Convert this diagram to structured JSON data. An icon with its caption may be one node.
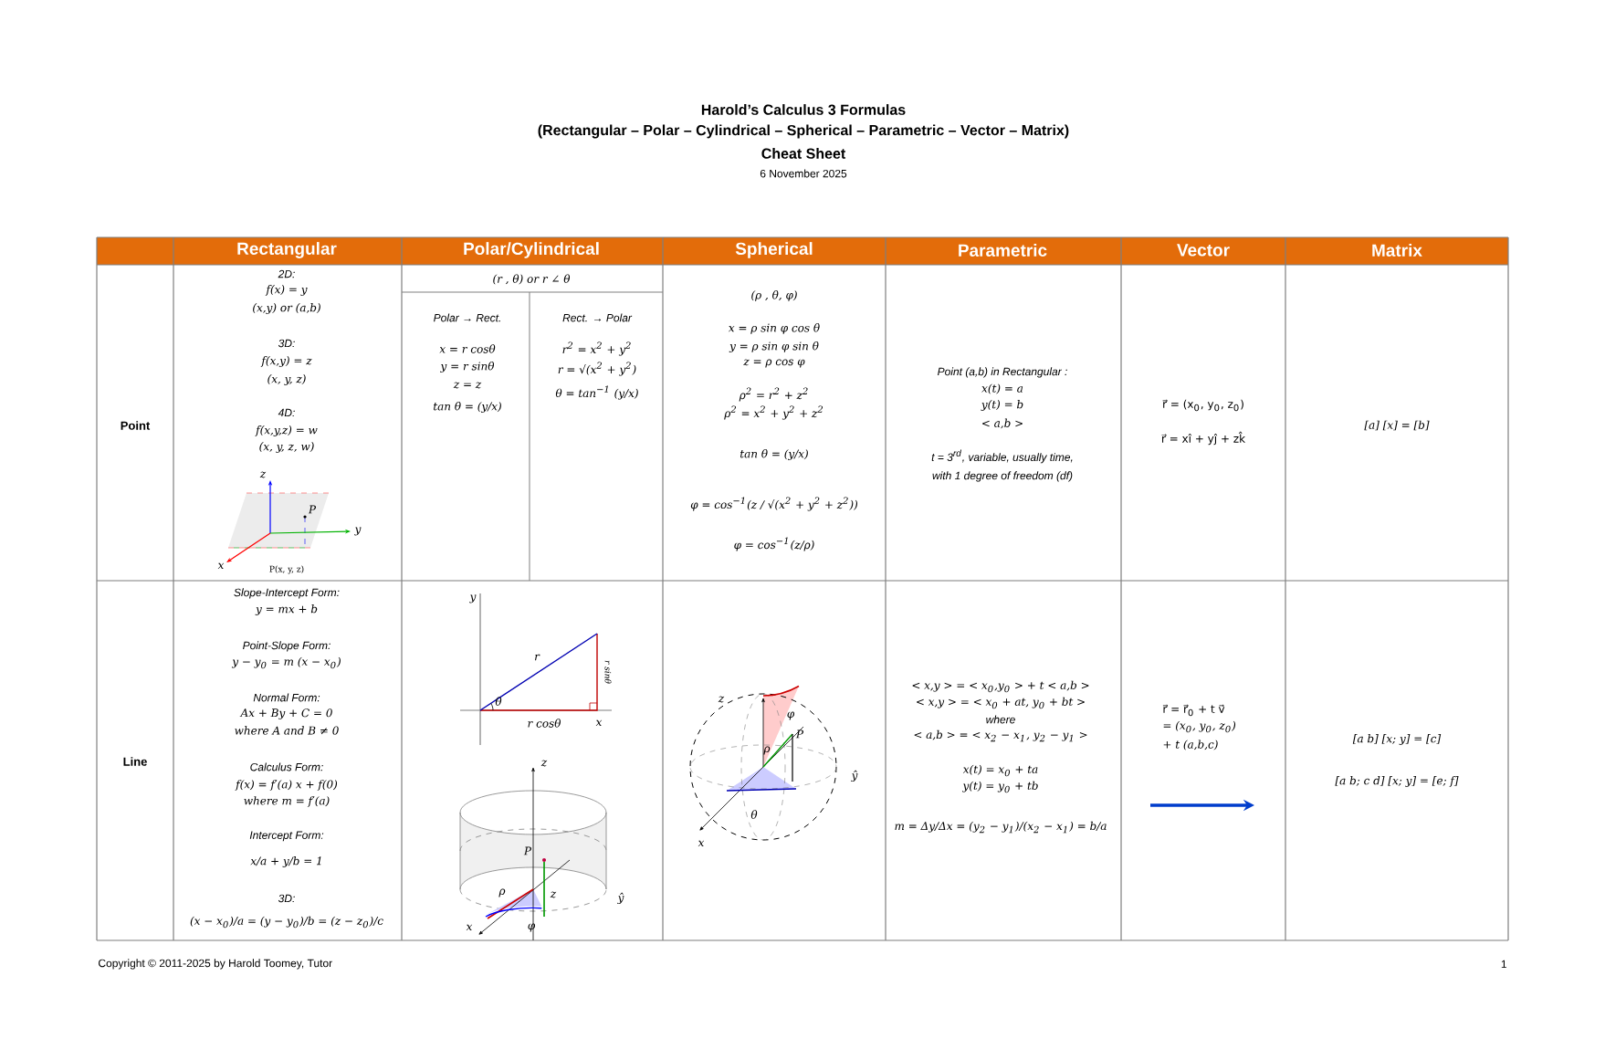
{
  "diagram": {
    "title": "Harold’s Calculus 3 Formulas",
    "labels": [
      "(Rectangular – Polar – Cylindrical – Spherical – Parametric – Vector – Matrix)",
      "Cheat Sheet",
      "6 November 2025",
      "Rectangular",
      "Polar/Cylindrical",
      "Spherical",
      "Parametric",
      "Vector",
      "Matrix",
      "Point",
      "2D:",
      "f(x) = y",
      "(x,y) or (a,b)",
      "3D:",
      "f(x,y) = z",
      "(x, y, z)",
      "4D:",
      "f(x,y,z) = w",
      "(x, y, z, w)",
      "z",
      "y",
      "x",
      "P",
      "P(x, y, z)",
      "(r , θ) or r ∠ θ",
      "Polar → Rect.",
      "Rect. → Polar",
      "x = r cosθ",
      "y = r sinθ",
      "z = z",
      "tan θ = (y/x)",
      "r$^{2}$ = x$^{2}$ + y$^{2}$",
      "r = √(x$^{2}$ + y$^{2}$)",
      "θ = tan$^{−1}$ (y/x)",
      "(ρ , θ, φ)",
      "x = ρ sin φ cos θ",
      "y = ρ sin φ sin θ",
      "z = ρ cos φ",
      "ρ$^{2}$ = r$^{2}$ + z$^{2}$",
      "ρ$^{2}$ = x$^{2}$ + y$^{2}$ + z$^{2}$",
      "tan θ = (y/x)",
      "φ = cos$^{−1}$(z / √(x$^{2}$ + y$^{2}$ + z$^{2}$))",
      "φ = cos$^{−1}$(z/ρ)",
      "Point (a,b) in Rectangular :",
      "x(t) = a",
      "y(t) = b",
      "< a,b >",
      "t = 3$^{rd}$, variable, usually time,",
      "with 1 degree of freedom (df)",
      "r⃗ = (x$_{0}$, y$_{0}$, z$_{0}$)",
      "r⃗ = xî + yĵ + zk̂",
      "[a]   [x] = [b]",
      "Line",
      "Slope-Intercept Form:",
      "y = mx + b",
      "Point-Slope Form:",
      "y − y$_{0}$ = m (x − x$_{0}$)",
      "Normal Form:",
      "Ax + By + C = 0",
      "where A and B ≠ 0",
      "Calculus Form:",
      "f(x) = f′(a) x + f(0)",
      "where m = f′(a)",
      "Intercept Form:",
      "x/a + y/b = 1",
      "3D:",
      "(x − x$_{0}$)/a = (y − y$_{0}$)/b = (z − z$_{0}$)/c",
      "y",
      "r",
      "r sinθ",
      "θ",
      "r cosθ",
      "x",
      "z",
      "P",
      "ρ",
      "z",
      "φ",
      "x",
      "ŷ",
      "z",
      "φ",
      "P",
      "ρ",
      "θ",
      "ŷ",
      "x",
      "< x,y > = < x$_{0}$,y$_{0}$ > + t < a,b >",
      "< x,y > = < x$_{0}$ + at, y$_{0}$ + bt >",
      "where",
      "< a,b > = < x$_{2}$ − x$_{1}$, y$_{2}$ − y$_{1}$ >",
      "x(t) = x$_{0}$ + ta",
      "y(t) = y$_{0}$ + tb",
      "m = Δy/Δx = (y$_{2}$ − y$_{1}$)/(x$_{2}$ − x$_{1}$) = b/a",
      "r⃗ = r⃗$_{0}$ + t v⃗",
      "= (x$_{0}$, y$_{0}$, z$_{0}$)",
      "+ t (a,b,c)",
      "[a   b] [x; y] = [c]",
      "[a b; c d] [x; y] = [e; f]",
      "Copyright © 2011-2025 by Harold Toomey, Tutor",
      "1"
    ]
  }
}
